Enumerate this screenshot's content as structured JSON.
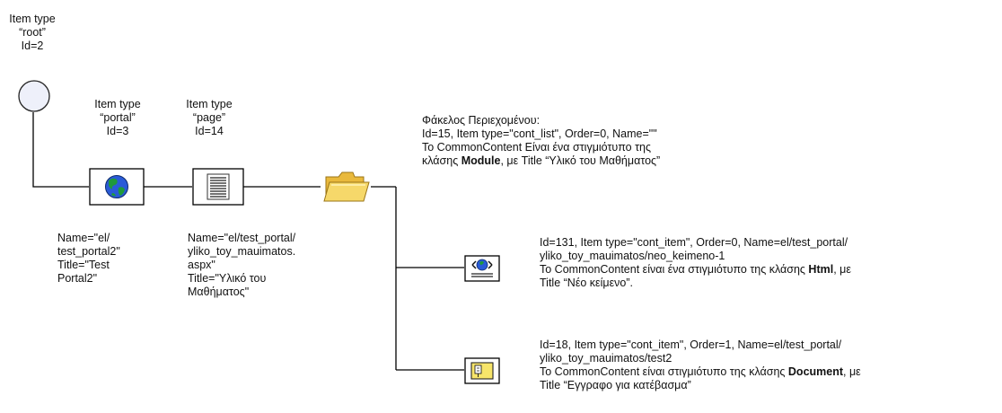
{
  "root": {
    "label_lines": [
      "Item type",
      "“root”",
      "Id=2"
    ]
  },
  "portal": {
    "label_lines": [
      "Item type",
      "“portal”",
      "Id=3"
    ],
    "info_lines": [
      "Name=\"el/",
      "test_portal2\"",
      "Title=\"Test",
      "Portal2\""
    ]
  },
  "page": {
    "label_lines": [
      "Item type",
      "“page”",
      "Id=14"
    ],
    "info_lines": [
      "Name=\"el/test_portal/",
      "yliko_toy_mauimatos.",
      "aspx\"",
      "Title=\"Υλικό του",
      "Μαθήματος\""
    ]
  },
  "folder": {
    "line1": "Φάκελος Περιεχομένου:",
    "line2": "Id=15, Item type=\"cont_list\", Order=0, Name=\"\"",
    "line3": "Το CommonContent Είναι ένα στιγμιότυπο της",
    "line4_pre": "κλάσης ",
    "line4_bold": "Module",
    "line4_post": ", με Title “Υλικό του Μαθήματος”"
  },
  "html_item": {
    "line1": "Id=131, Item type=\"cont_item\", Order=0, Name=el/test_portal/",
    "line2": "yliko_toy_mauimatos/neo_keimeno-1",
    "line3_pre": "Το CommonContent είναι ένα στιγμιότυπο της κλάσης ",
    "line3_bold": "Html",
    "line3_post": ", με",
    "line4": "Title “Νέο κείμενο”."
  },
  "doc_item": {
    "line1": "Id=18, Item type=\"cont_item\", Order=1, Name=el/test_portal/",
    "line2": "yliko_toy_mauimatos/test2",
    "line3_pre": "Το CommonContent είναι στιγμιότυπο της κλάσης ",
    "line3_bold": "Document",
    "line3_post": ", με",
    "line4": "Title “Εγγραφο για κατέβασμα”"
  },
  "colors": {
    "line": "#000000",
    "root_fill": "#eef0fa",
    "globe_ocean": "#2a5bd7",
    "globe_land": "#1f9a3a",
    "folder": "#f3cf5a",
    "doc_yellow": "#f7e56a"
  }
}
